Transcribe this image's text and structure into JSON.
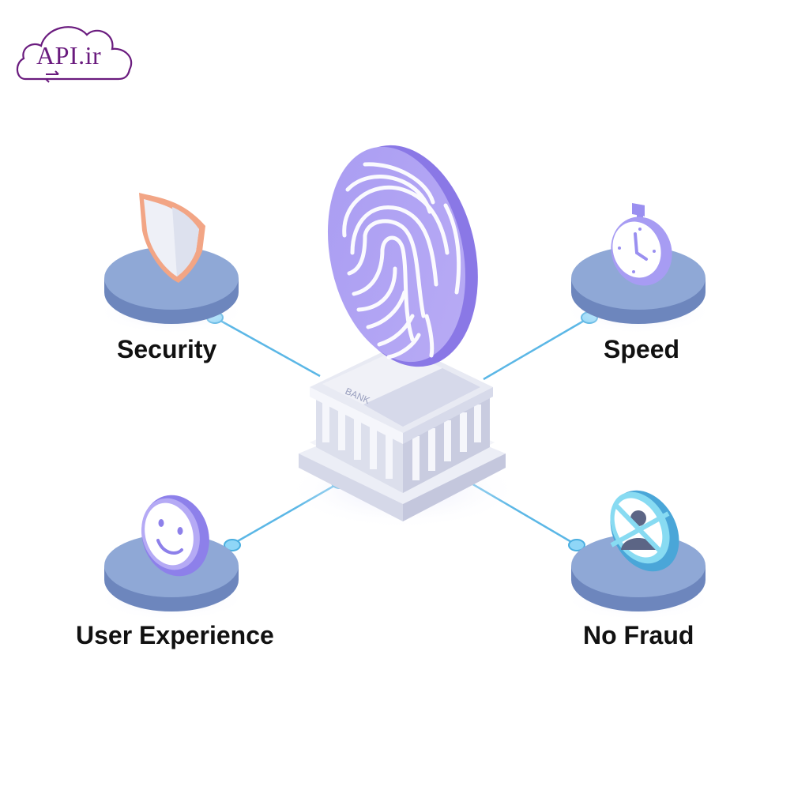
{
  "logo": {
    "text": "API.ir",
    "color": "#6a1b7e",
    "icon": "cloud-exchange-icon"
  },
  "center": {
    "icon": "fingerprint-icon",
    "building_icon": "bank-building-icon",
    "building_label": "BANK",
    "accent": "#9b8ef0"
  },
  "nodes": [
    {
      "label": "Security",
      "icon": "shield-icon",
      "position": "top-left"
    },
    {
      "label": "Speed",
      "icon": "stopwatch-icon",
      "position": "top-right"
    },
    {
      "label": "User Experience",
      "icon": "smiley-face-icon",
      "position": "bottom-left"
    },
    {
      "label": "No Fraud",
      "icon": "no-fraud-icon",
      "position": "bottom-right"
    }
  ],
  "colors": {
    "platform_top": "#8fa8d6",
    "platform_side": "#6d86bd",
    "connector": "#5bb7e6",
    "text": "#111111"
  }
}
